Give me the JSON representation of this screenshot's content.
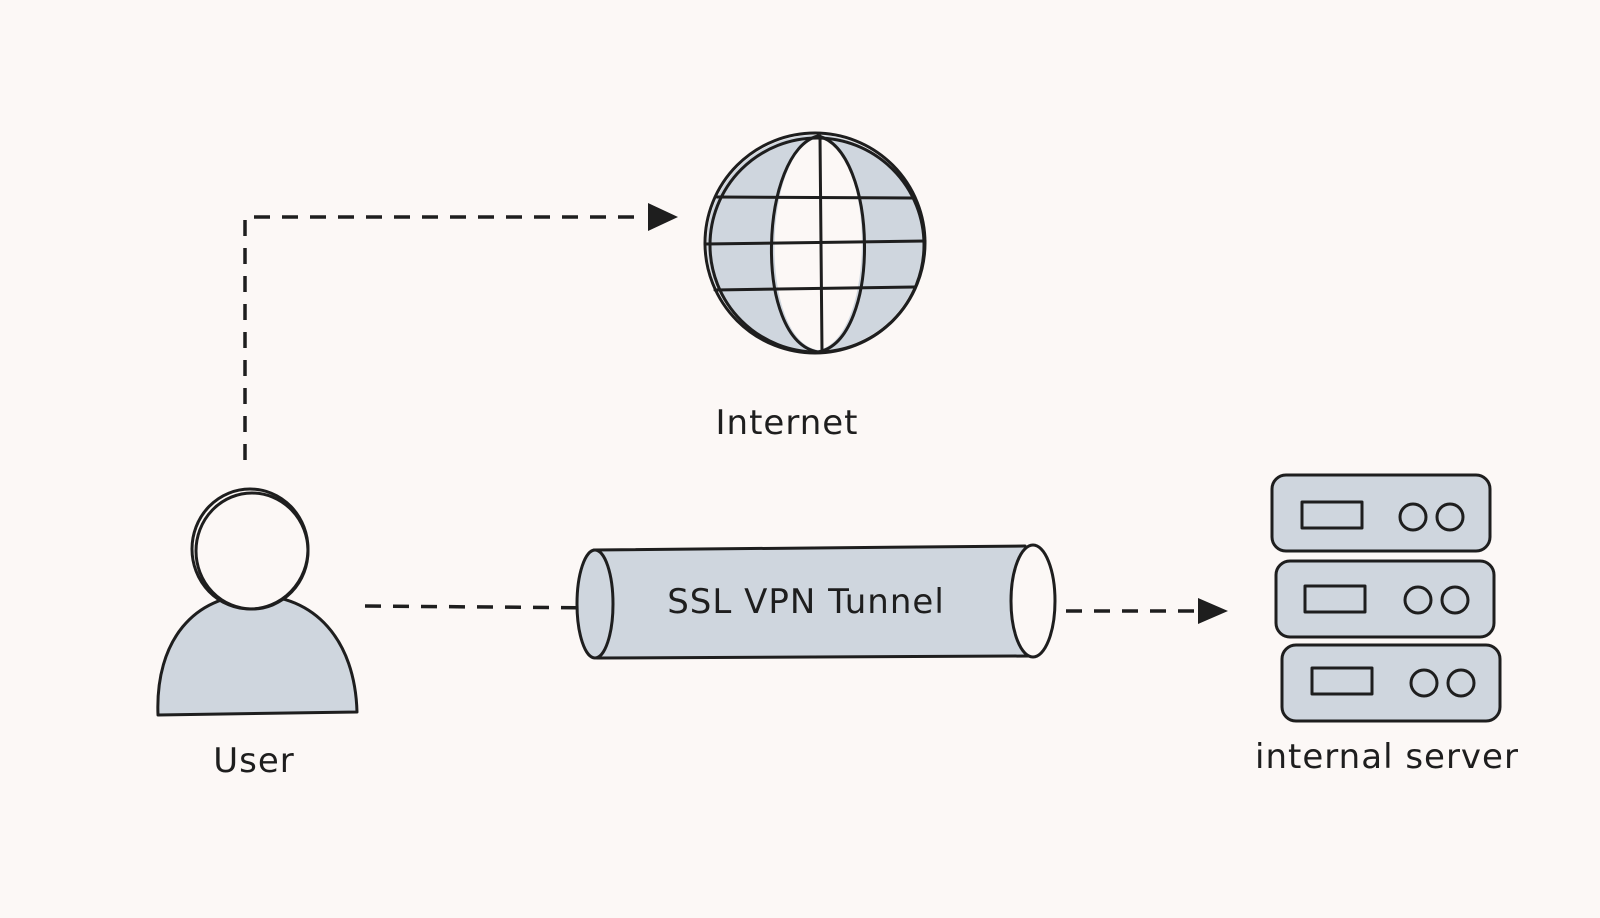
{
  "nodes": {
    "user": {
      "label": "User",
      "icon": "person-icon"
    },
    "internet": {
      "label": "Internet",
      "icon": "globe-icon"
    },
    "tunnel": {
      "label": "SSL VPN Tunnel",
      "icon": "tunnel-cylinder-icon"
    },
    "server": {
      "label": "internal server",
      "icon": "server-rack-icon"
    }
  },
  "edges": [
    {
      "from": "user",
      "to": "internet",
      "style": "dashed-arrow"
    },
    {
      "from": "user",
      "to": "server",
      "via": "tunnel",
      "style": "dashed-arrow"
    }
  ],
  "colors": {
    "background": "#fcf8f6",
    "stroke": "#1e1e1e",
    "fill": "#cfd6de"
  }
}
